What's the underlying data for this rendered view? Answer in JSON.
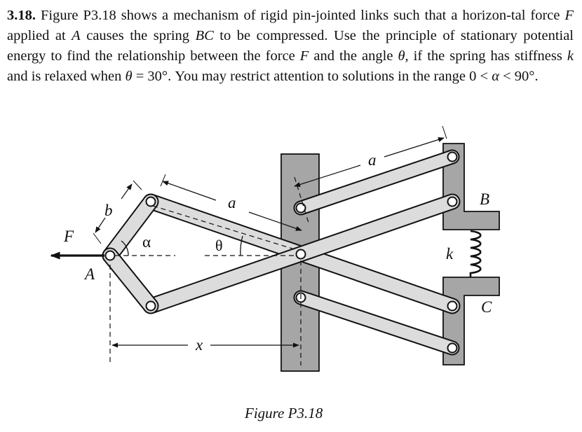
{
  "problem": {
    "number": "3.18.",
    "seg1": " Figure P3.18 shows a mechanism of rigid pin-jointed links such that a horizon-tal force ",
    "F1": "F",
    "seg2": " applied at ",
    "A": "A",
    "seg3": " causes the spring ",
    "BC": "BC",
    "seg4": " to be compressed. Use the principle of stationary potential energy to find the relationship between the force ",
    "F2": "F",
    "seg5": " and the angle ",
    "theta1": "θ",
    "seg6": ", if the spring has stiffness ",
    "k": "k",
    "seg7": " and is relaxed when ",
    "theta2": "θ",
    "seg8": " = 30°. You may restrict attention to solutions in the range 0 < ",
    "alpha": "α",
    "seg9": " < 90°."
  },
  "figure": {
    "labels": {
      "F": "F",
      "A": "A",
      "b": "b",
      "alpha": "α",
      "a_top": "a",
      "a_link": "a",
      "theta": "θ",
      "x": "x",
      "k": "k",
      "B": "B",
      "C": "C"
    },
    "caption": "Figure P3.18"
  },
  "colors": {
    "link_fill": "#dcdcdc",
    "column_fill": "#a6a6a6",
    "stroke": "#111111",
    "background": "#ffffff"
  }
}
